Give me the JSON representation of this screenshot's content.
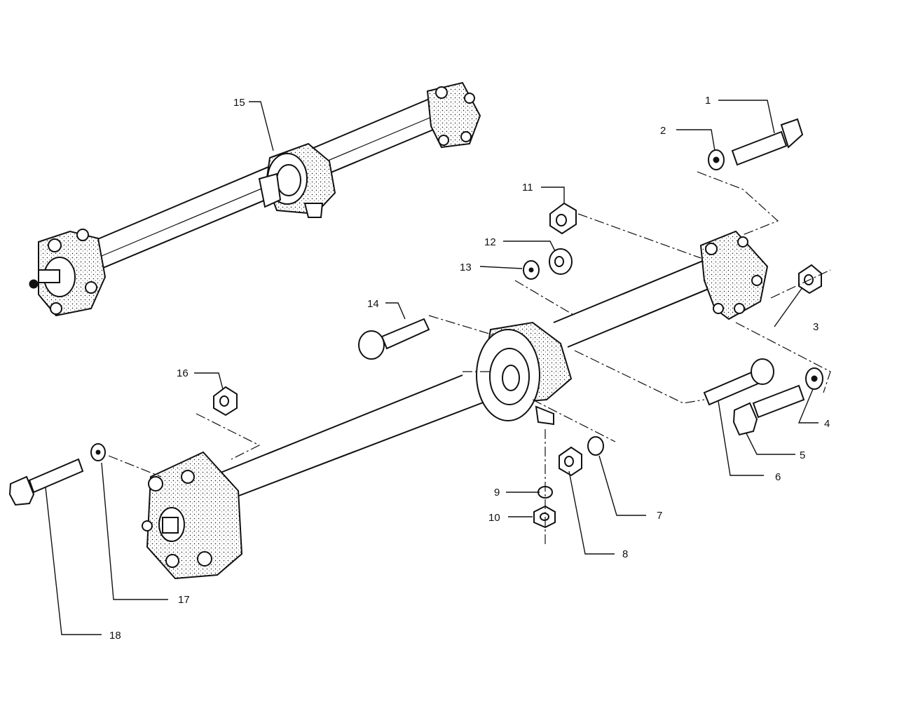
{
  "callouts": [
    {
      "n": "1",
      "label": "1"
    },
    {
      "n": "2",
      "label": "2"
    },
    {
      "n": "3",
      "label": "3"
    },
    {
      "n": "4",
      "label": "4"
    },
    {
      "n": "5",
      "label": "5"
    },
    {
      "n": "6",
      "label": "6"
    },
    {
      "n": "7",
      "label": "7"
    },
    {
      "n": "8",
      "label": "8"
    },
    {
      "n": "9",
      "label": "9"
    },
    {
      "n": "10",
      "label": "10"
    },
    {
      "n": "11",
      "label": "11"
    },
    {
      "n": "12",
      "label": "12"
    },
    {
      "n": "13",
      "label": "13"
    },
    {
      "n": "14",
      "label": "14"
    },
    {
      "n": "15",
      "label": "15"
    },
    {
      "n": "16",
      "label": "16"
    },
    {
      "n": "17",
      "label": "17"
    },
    {
      "n": "18",
      "label": "18"
    }
  ],
  "colors": {
    "ink": "#111111",
    "paper": "#ffffff"
  }
}
